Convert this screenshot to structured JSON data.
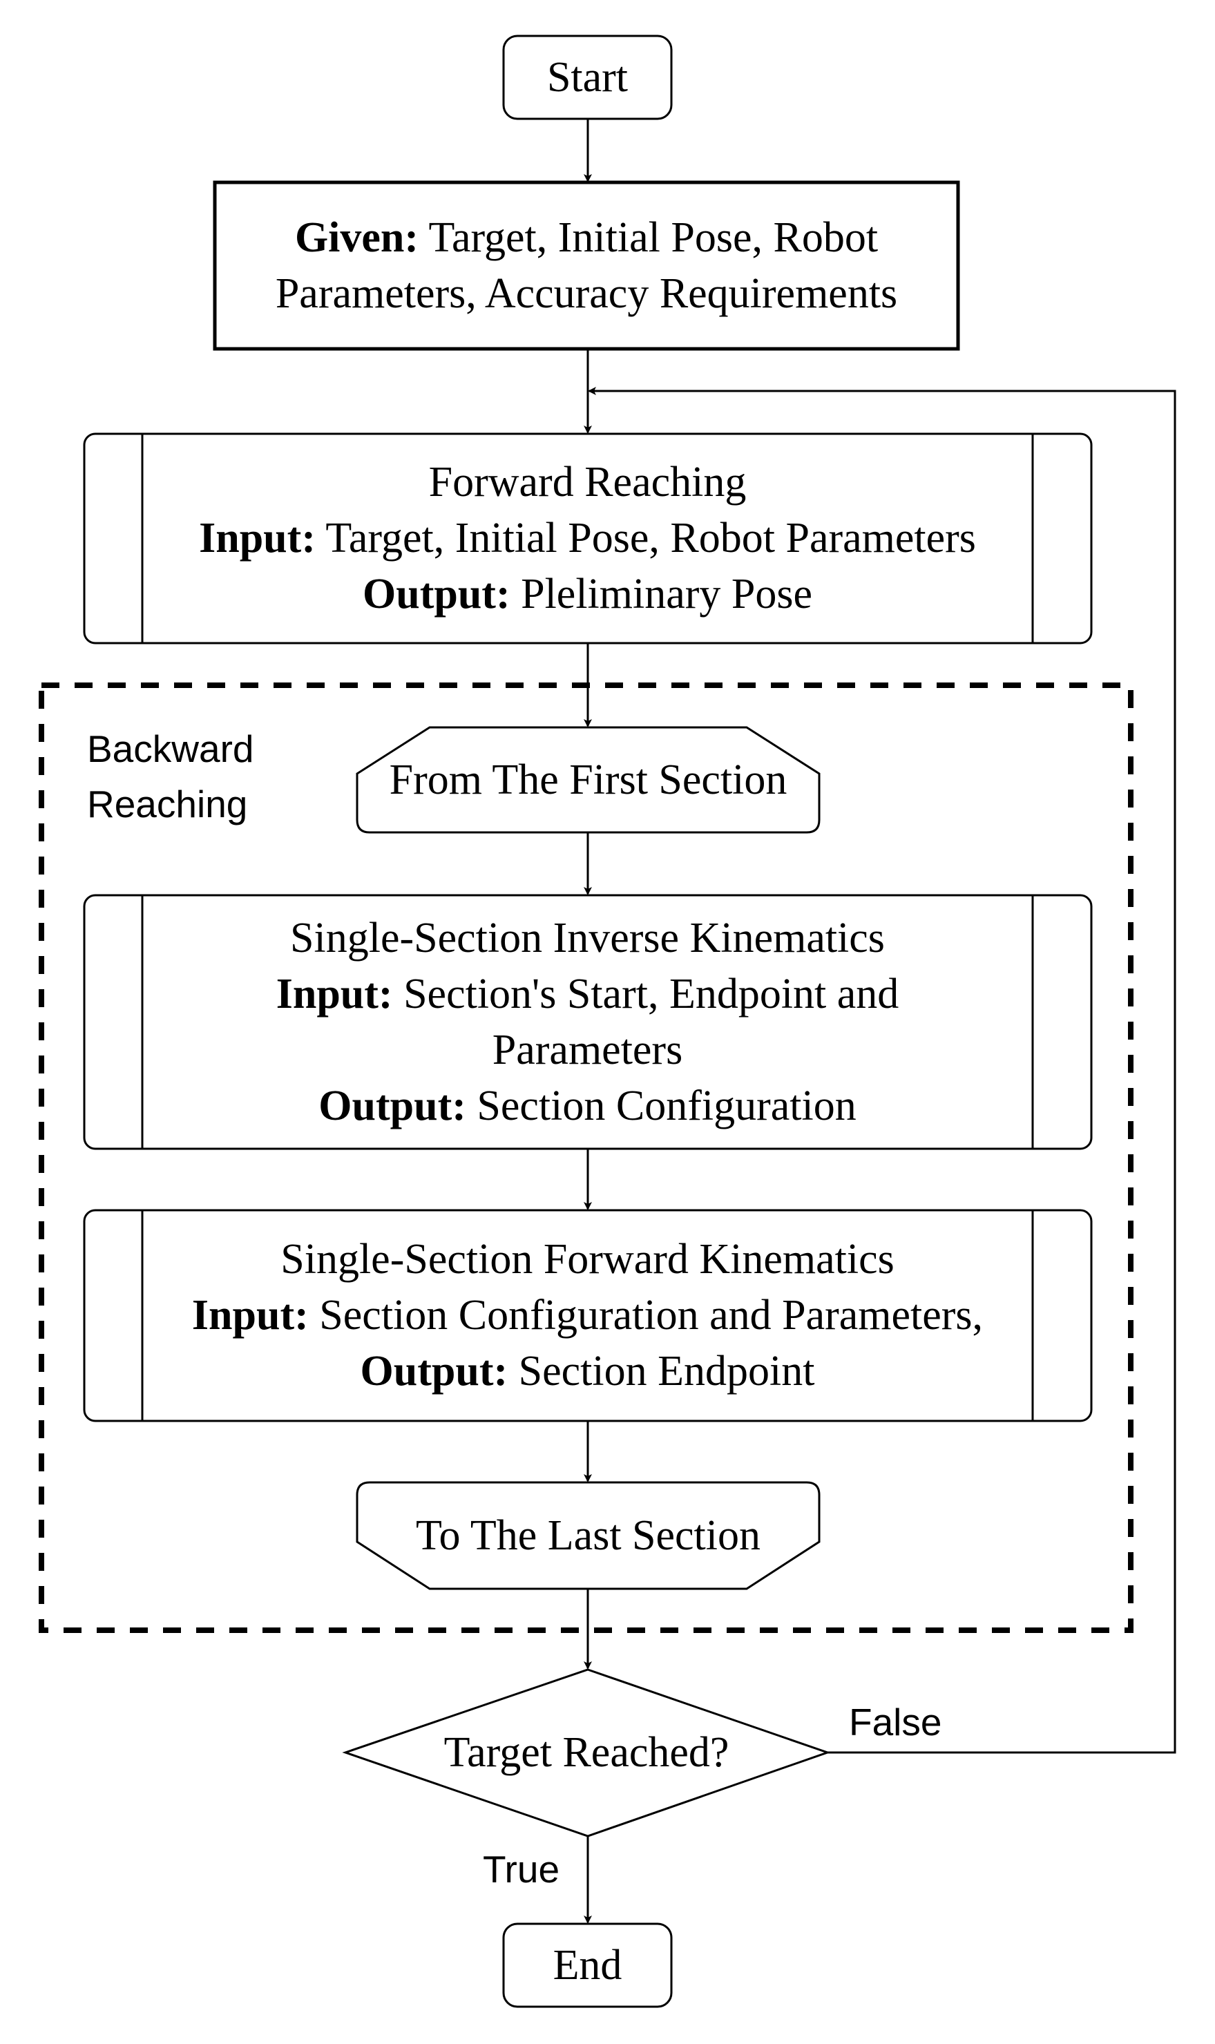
{
  "start": {
    "label": "Start"
  },
  "given": {
    "bold": "Given:",
    "line1": "Target, Initial Pose, Robot",
    "line2": "Parameters, Accuracy Requirements"
  },
  "forward_reaching": {
    "title": "Forward Reaching",
    "input_label": "Input:",
    "input_text": "Target, Initial Pose, Robot Parameters",
    "output_label": "Output:",
    "output_text": "Pleliminary Pose"
  },
  "backward_group": {
    "label_line1": "Backward",
    "label_line2": "Reaching"
  },
  "loop_start": {
    "label": "From The First Section"
  },
  "inverse_kinematics": {
    "title": "Single-Section Inverse Kinematics",
    "input_label": "Input:",
    "input_text_line1": "Section's Start, Endpoint and",
    "input_text_line2": "Parameters",
    "output_label": "Output:",
    "output_text": "Section Configuration"
  },
  "forward_kinematics": {
    "title": "Single-Section Forward Kinematics",
    "input_label": "Input:",
    "input_text": "Section Configuration and Parameters,",
    "output_label": "Output:",
    "output_text": "Section Endpoint"
  },
  "loop_end": {
    "label": "To The Last Section"
  },
  "decision": {
    "label": "Target Reached?"
  },
  "edge_false": {
    "label": "False"
  },
  "edge_true": {
    "label": "True"
  },
  "end": {
    "label": "End"
  }
}
